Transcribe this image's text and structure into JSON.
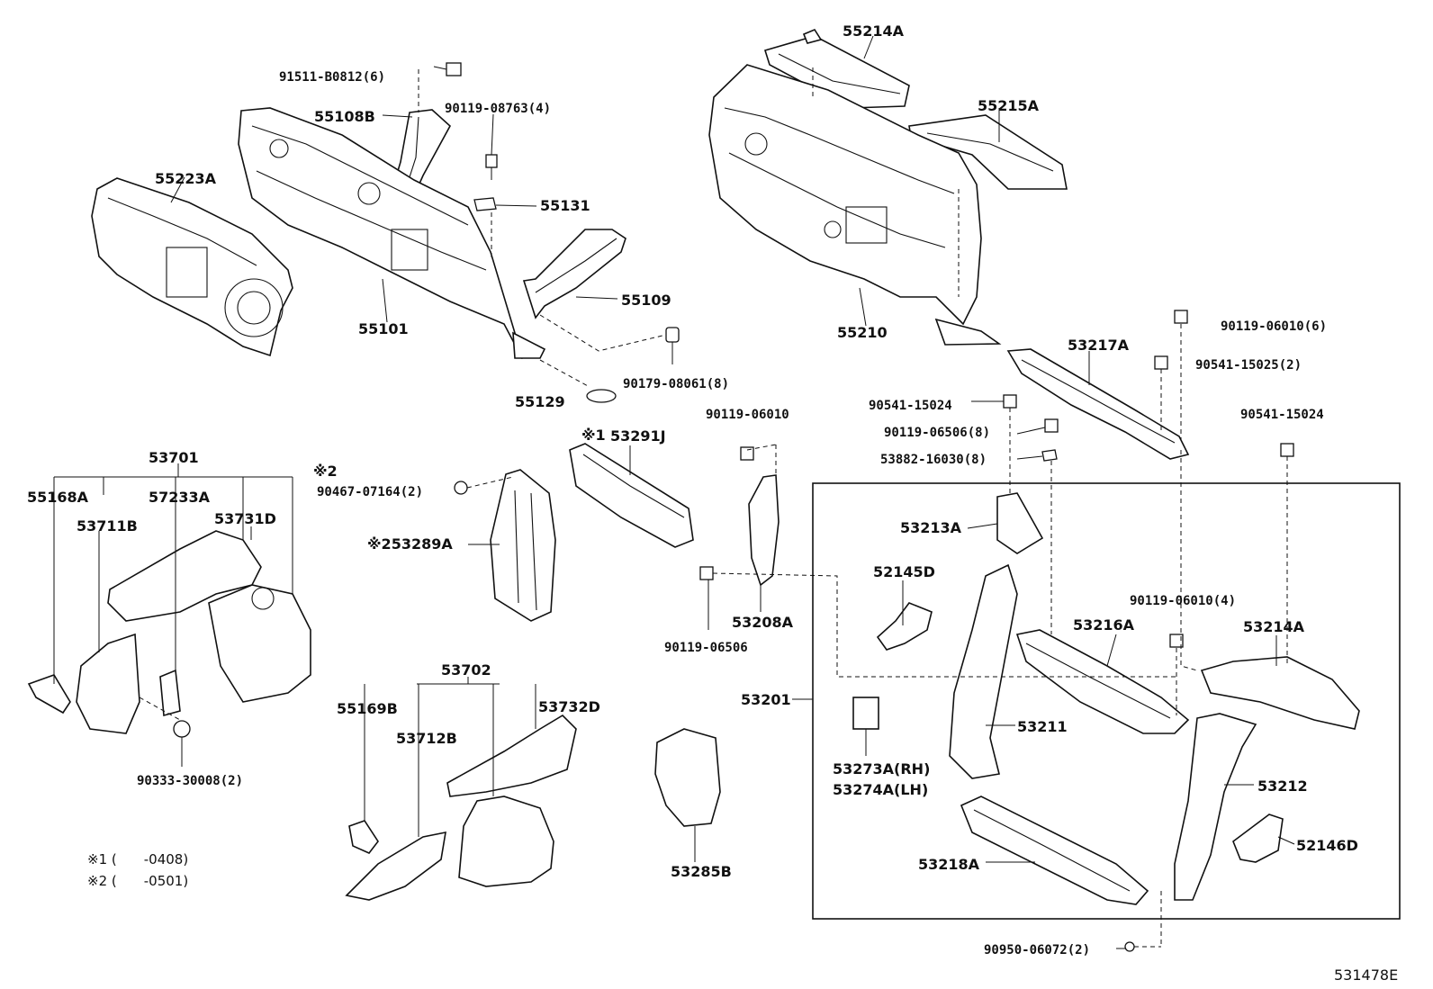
{
  "diagram": {
    "labels": {
      "p55214A": "55214A",
      "p55215A": "55215A",
      "p55210": "55210",
      "p91511": "91511-B0812(6)",
      "p55108B": "55108B",
      "p90119_08763": "90119-08763(4)",
      "p55223A": "55223A",
      "p55131": "55131",
      "p55101": "55101",
      "p55109": "55109",
      "p90179": "90179-08061(8)",
      "p55129": "55129",
      "p90119_06010_6": "90119-06010(6)",
      "p90541_15025": "90541-15025(2)",
      "p53217A": "53217A",
      "p90541_15024a": "90541-15024",
      "p90119_06506_8": "90119-06506(8)",
      "p53882": "53882-16030(8)",
      "p90541_15024b": "90541-15024",
      "p90119_06010": "90119-06010",
      "p53291J": "53291J",
      "mark1_53291J": "※1",
      "p53701": "53701",
      "p55168A": "55168A",
      "p57233A": "57233A",
      "p53711B": "53711B",
      "p53731D": "53731D",
      "mark2_top": "※2",
      "p90467": "90467-07164(2)",
      "p53289A": "※253289A",
      "p53213A": "53213A",
      "p52145D": "52145D",
      "p53208A": "53208A",
      "p90119_06506": "90119-06506",
      "p90119_06010_4": "90119-06010(4)",
      "p53216A": "53216A",
      "p53214A": "53214A",
      "p53201": "53201",
      "p53211": "53211",
      "p90333": "90333-30008(2)",
      "p53702": "53702",
      "p55169B": "55169B",
      "p53712B": "53712B",
      "p53732D": "53732D",
      "p53273A": "53273A(RH)",
      "p53274A": "53274A(LH)",
      "p53212": "53212",
      "p52146D": "52146D",
      "p53218A": "53218A",
      "p53285B": "53285B",
      "p90950": "90950-06072(2)",
      "note1": "※1 (　　-0408)",
      "note2": "※2 (　　-0501)",
      "ref": "531478E"
    }
  }
}
